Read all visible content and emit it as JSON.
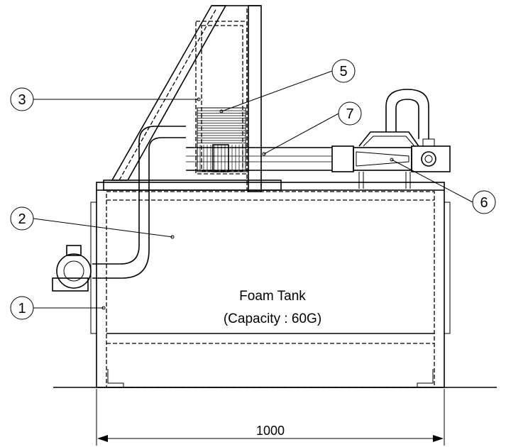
{
  "callouts": [
    {
      "id": "1",
      "label": "1"
    },
    {
      "id": "2",
      "label": "2"
    },
    {
      "id": "3",
      "label": "3"
    },
    {
      "id": "5",
      "label": "5"
    },
    {
      "id": "6",
      "label": "6"
    },
    {
      "id": "7",
      "label": "7"
    }
  ],
  "tank": {
    "name": "Foam Tank",
    "capacity": "(Capacity : 60G)"
  },
  "dimension": {
    "width": "1000"
  }
}
